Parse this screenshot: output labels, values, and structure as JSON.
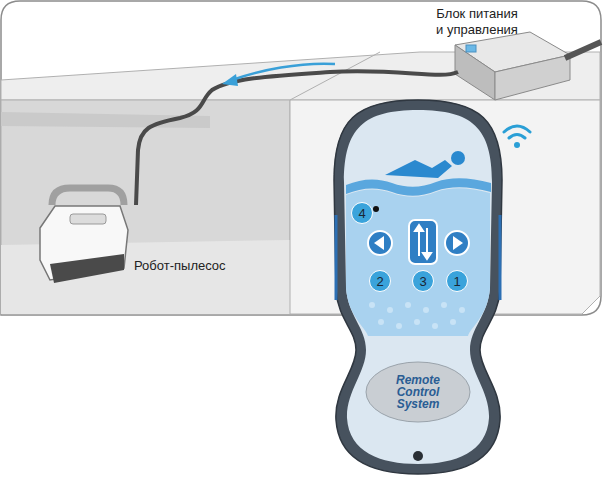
{
  "diagram": {
    "nodes": [
      {
        "text": [
          "4"
        ]
      },
      {
        "text": [
          "2"
        ]
      },
      {
        "text": [
          "3"
        ]
      },
      {
        "text": [
          "1"
        ]
      }
    ],
    "labels": [
      "Блок питания и управления",
      "Робот-пылесос",
      "Remote Control System"
    ]
  }
}
